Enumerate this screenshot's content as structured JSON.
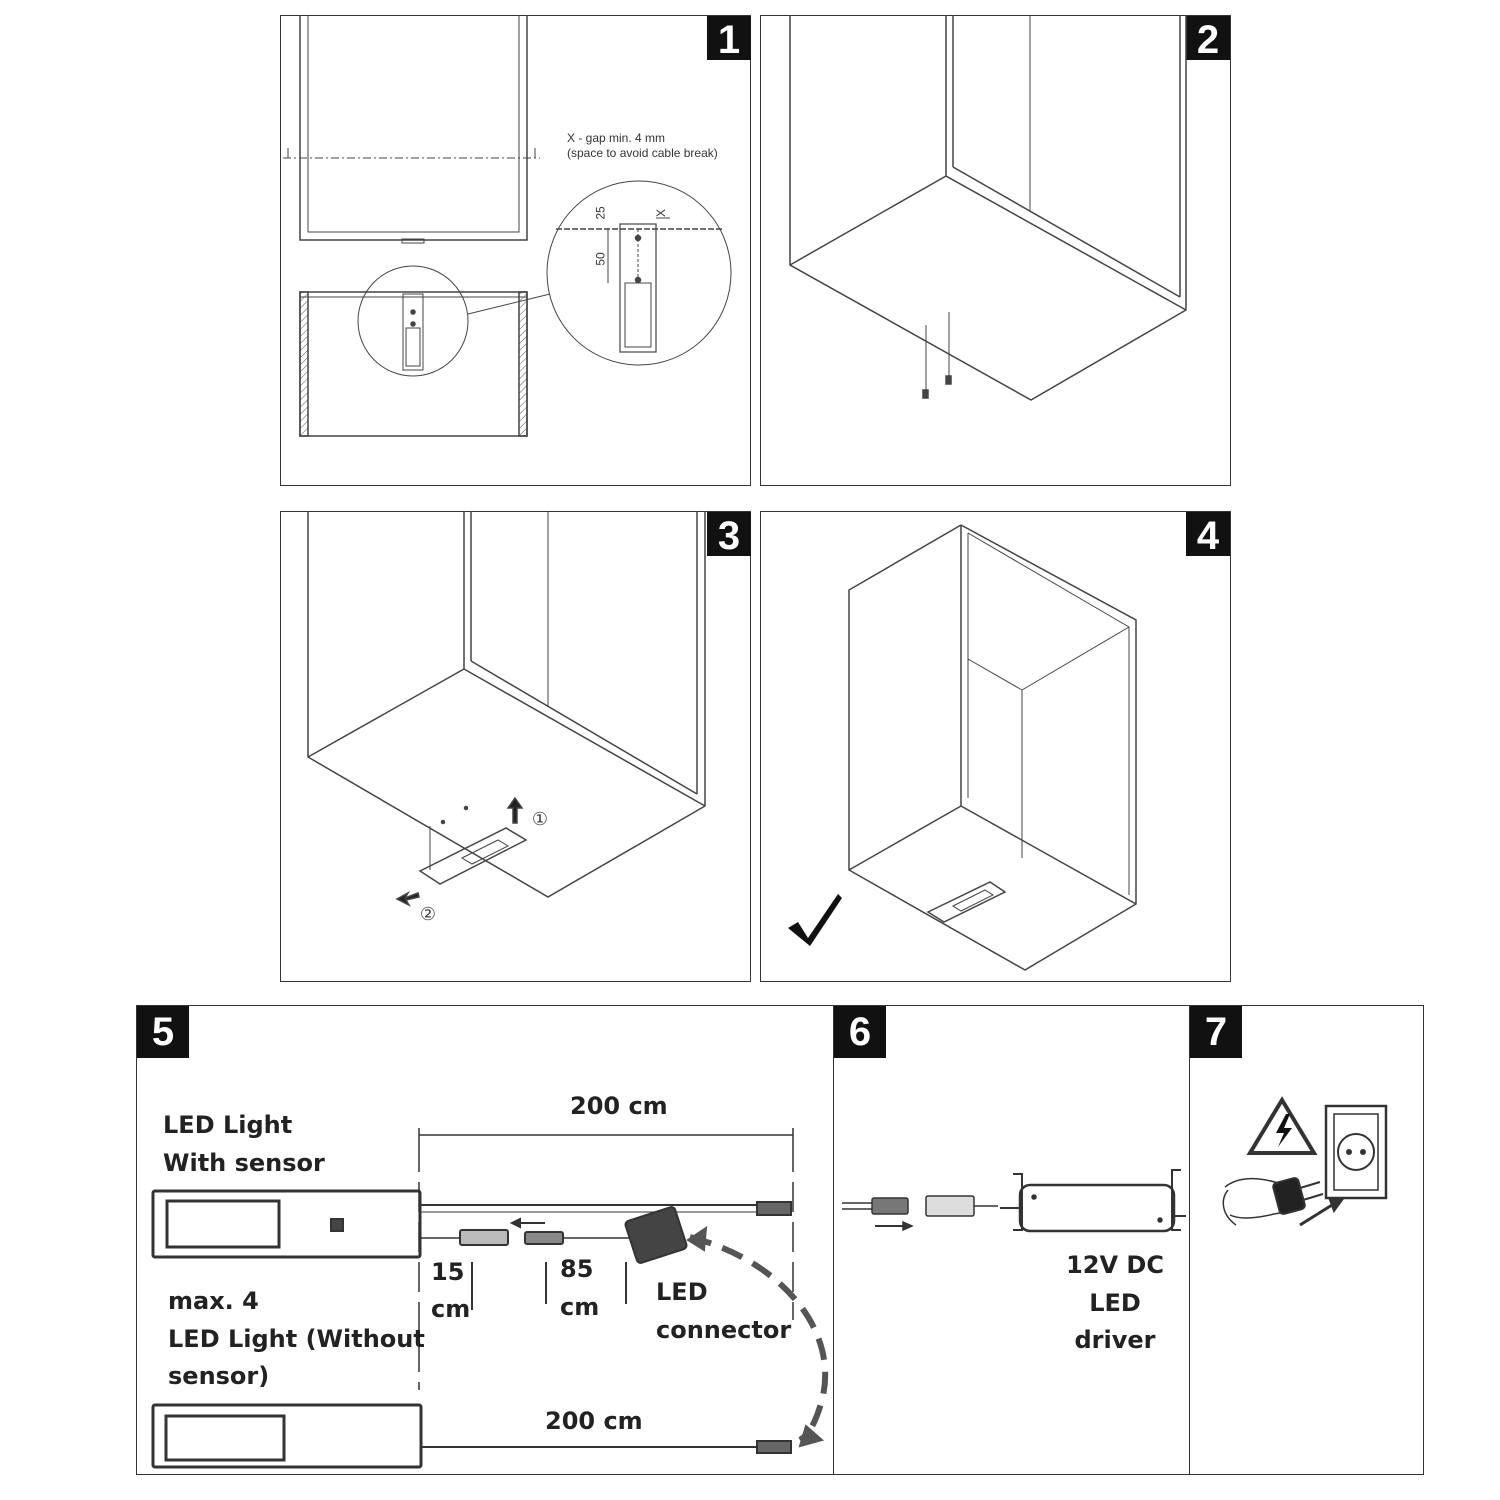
{
  "steps": [
    "1",
    "2",
    "3",
    "4",
    "5",
    "6",
    "7"
  ],
  "step1": {
    "gap_note_line1": "X - gap min. 4 mm",
    "gap_note_line2": "(space to avoid  cable break)",
    "dim_25": "25",
    "dim_50": "50",
    "dim_x": "X"
  },
  "step3": {
    "arrow1": "①",
    "arrow2": "②"
  },
  "step5": {
    "led_with_sensor_line1": "LED Light",
    "led_with_sensor_line2": "With sensor",
    "cable_top": "200 cm",
    "len_15_a": "15",
    "len_15_b": "cm",
    "len_85_a": "85",
    "len_85_b": "cm",
    "connector_a": "LED",
    "connector_b": "connector",
    "max_line1": "max. 4",
    "max_line2": "LED Light (Without",
    "max_line3": "sensor)",
    "cable_bottom": "200 cm"
  },
  "step6": {
    "driver_a": "12V DC",
    "driver_b": "LED",
    "driver_c": "driver"
  },
  "icons": [
    "checkmark-icon",
    "warning-electric-icon",
    "wall-socket-icon",
    "plug-icon"
  ]
}
